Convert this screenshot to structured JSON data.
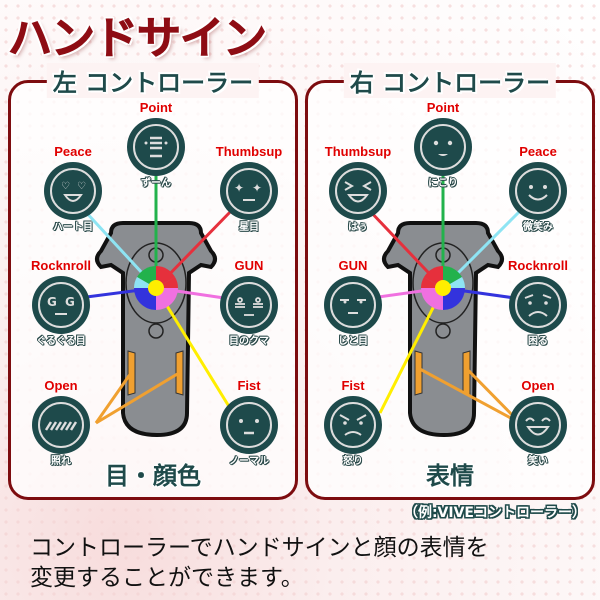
{
  "title": "ハンドサイン",
  "panels": [
    {
      "id": "left",
      "title": "左 コントローラー",
      "footer": "目・顔色",
      "nodes": [
        {
          "gesture": "Point",
          "expression": "ずーん",
          "icon": "gloom-face-icon",
          "line_color": "#22b24c"
        },
        {
          "gesture": "Peace",
          "expression": "ハート目",
          "icon": "heart-eyes-face-icon",
          "line_color": "#8ee4f3"
        },
        {
          "gesture": "Thumbsup",
          "expression": "星目",
          "icon": "star-eyes-face-icon",
          "line_color": "#e6303c"
        },
        {
          "gesture": "Rocknroll",
          "expression": "ぐるぐる目",
          "icon": "swirl-eyes-face-icon",
          "line_color": "#3333dd"
        },
        {
          "gesture": "GUN",
          "expression": "目のクマ",
          "icon": "eye-bags-face-icon",
          "line_color": "#f070e0"
        },
        {
          "gesture": "Open",
          "expression": "照れ",
          "icon": "blush-face-icon",
          "line_color": "#f0a030"
        },
        {
          "gesture": "Fist",
          "expression": "ノーマル",
          "icon": "normal-face-icon",
          "line_color": "#ffee00"
        }
      ]
    },
    {
      "id": "right",
      "title": "右 コントローラー",
      "footer": "表情",
      "nodes": [
        {
          "gesture": "Point",
          "expression": "にこり",
          "icon": "smile-face-icon",
          "line_color": "#22b24c"
        },
        {
          "gesture": "Thumbsup",
          "expression": "はぅ",
          "icon": "squint-laugh-face-icon",
          "line_color": "#e6303c"
        },
        {
          "gesture": "Peace",
          "expression": "微笑み",
          "icon": "gentle-smile-face-icon",
          "line_color": "#8ee4f3"
        },
        {
          "gesture": "GUN",
          "expression": "じと目",
          "icon": "half-eyes-face-icon",
          "line_color": "#f070e0"
        },
        {
          "gesture": "Rocknroll",
          "expression": "困る",
          "icon": "troubled-face-icon",
          "line_color": "#3333dd"
        },
        {
          "gesture": "Fist",
          "expression": "怒り",
          "icon": "angry-face-icon",
          "line_color": "#ffee00"
        },
        {
          "gesture": "Open",
          "expression": "笑い",
          "icon": "laugh-face-icon",
          "line_color": "#f0a030"
        }
      ]
    }
  ],
  "example_note": "（例:VIVEコントローラー）",
  "description": {
    "line1": "コントローラーでハンドサインと顔の表情を",
    "line2": "変更することができます。"
  },
  "colors": {
    "title": "#8e0d14",
    "panel_border": "#7d0c0f",
    "heading": "#1f4a4a",
    "gesture_label": "#e00000",
    "face_bg": "#1e4a4b",
    "controller": "#8a8d91"
  }
}
